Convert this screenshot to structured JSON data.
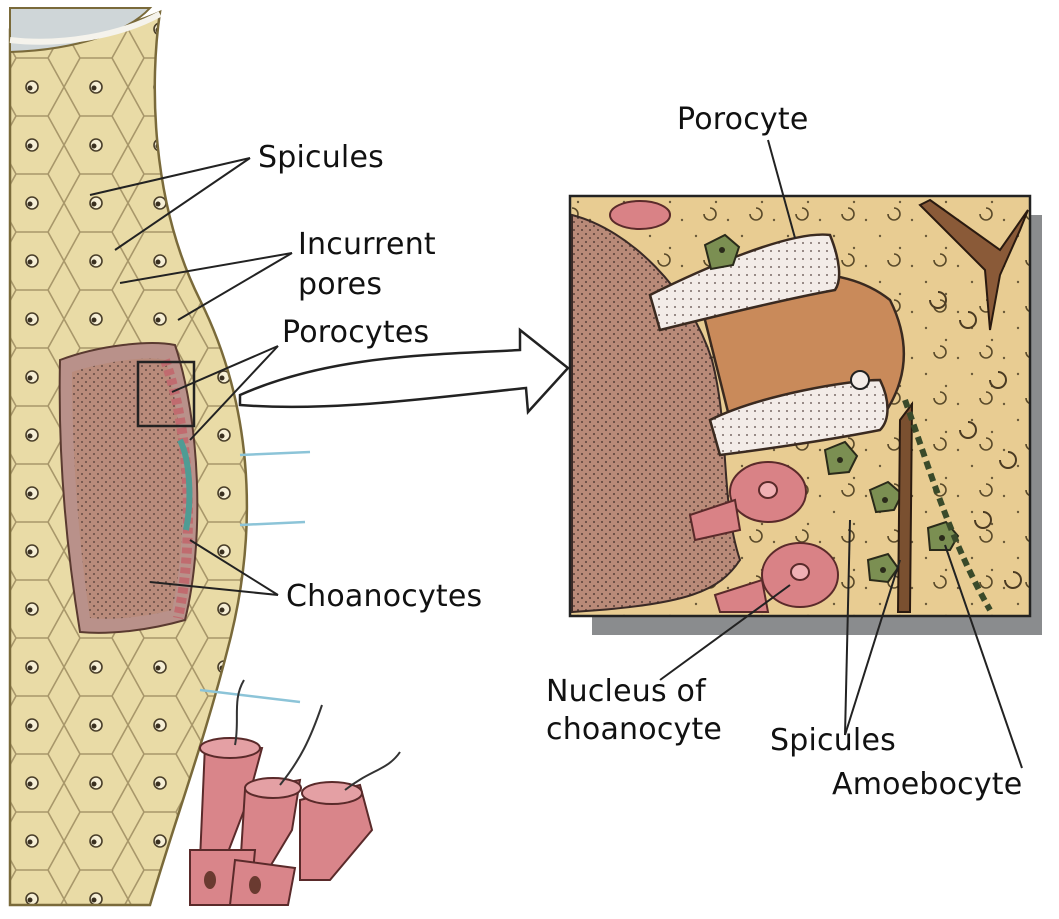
{
  "labels": {
    "spicules_left": "Spicules",
    "incurrent_pores_line1": "Incurrent",
    "incurrent_pores_line2": "pores",
    "porocytes": "Porocytes",
    "choanocytes": "Choanocytes",
    "porocyte": "Porocyte",
    "nucleus_line1": "Nucleus of",
    "nucleus_line2": "choanocyte",
    "spicules_right": "Spicules",
    "amoebocyte": "Amoebocyte"
  },
  "colors": {
    "sponge_body": "#e8d9a0",
    "sponge_outline": "#7a6a3a",
    "choanocyte_pink": "#d9858a",
    "inset_background": "#e7c98e",
    "porocyte_wall": "#b77a4a",
    "amoebocyte_green": "#6f8a4a",
    "leader_line": "#222222",
    "water_line": "#8cc4d8"
  }
}
